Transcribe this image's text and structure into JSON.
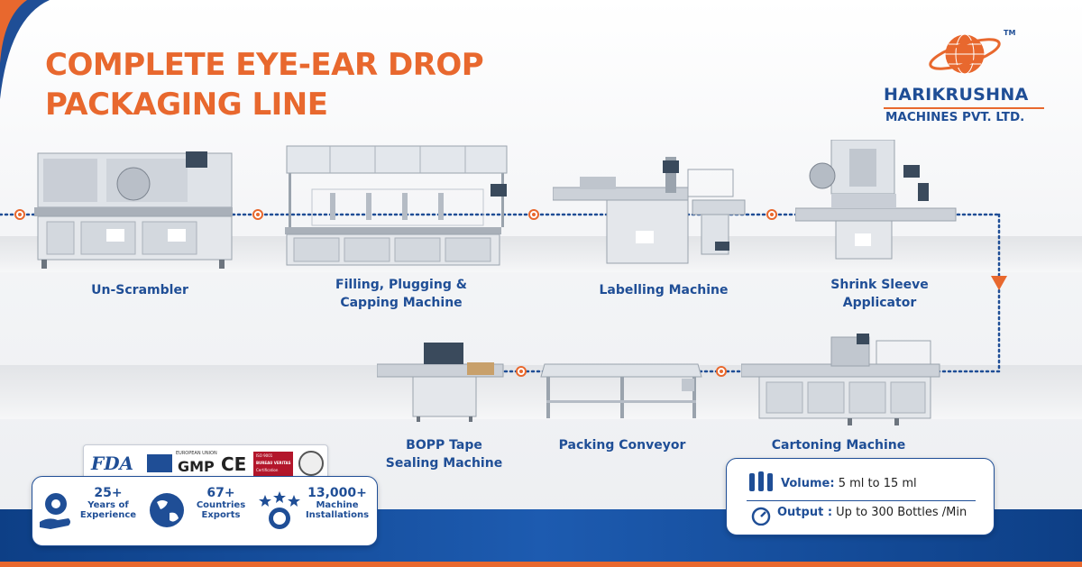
{
  "title": {
    "line1": "COMPLETE EYE-EAR DROP",
    "line2": "PACKAGING LINE"
  },
  "brand": {
    "name": "HARIKRUSHNA",
    "sub": "MACHINES PVT. LTD.",
    "tm": "TM"
  },
  "machines": [
    {
      "id": "unscrambler",
      "lines": [
        "Un-Scrambler"
      ]
    },
    {
      "id": "filling",
      "lines": [
        "Filling, Plugging &",
        "Capping Machine"
      ]
    },
    {
      "id": "labelling",
      "lines": [
        "Labelling Machine"
      ]
    },
    {
      "id": "shrink",
      "lines": [
        "Shrink Sleeve",
        "Applicator"
      ]
    },
    {
      "id": "bopp",
      "lines": [
        "BOPP Tape",
        "Sealing Machine"
      ]
    },
    {
      "id": "conveyor",
      "lines": [
        "Packing Conveyor"
      ]
    },
    {
      "id": "cartoning",
      "lines": [
        "Cartoning Machine"
      ]
    }
  ],
  "certifications": {
    "fda": "FDA",
    "eu": "EUROPEAN UNION",
    "gmp": "GMP",
    "ce": "CE",
    "iso": "ISO 9001",
    "bv": "BUREAU VERITAS",
    "bv_sub": "Certification"
  },
  "stats": [
    {
      "num": "25+",
      "label1": "Years of",
      "label2": "Experience",
      "icon": "gear-hand-icon"
    },
    {
      "num": "67+",
      "label1": "Countries",
      "label2": "Exports",
      "icon": "globe-icon"
    },
    {
      "num": "13,000+",
      "label1": "Machine",
      "label2": "Installations",
      "icon": "award-icon"
    }
  ],
  "specs": {
    "volume_label": "Volume:",
    "volume_value": "5 ml to 15 ml",
    "output_label": "Output :",
    "output_value": "Up to 300 Bottles /Min"
  },
  "colors": {
    "accent": "#e8682e",
    "brand": "#1f4e96",
    "bar": "#0d3f86"
  }
}
